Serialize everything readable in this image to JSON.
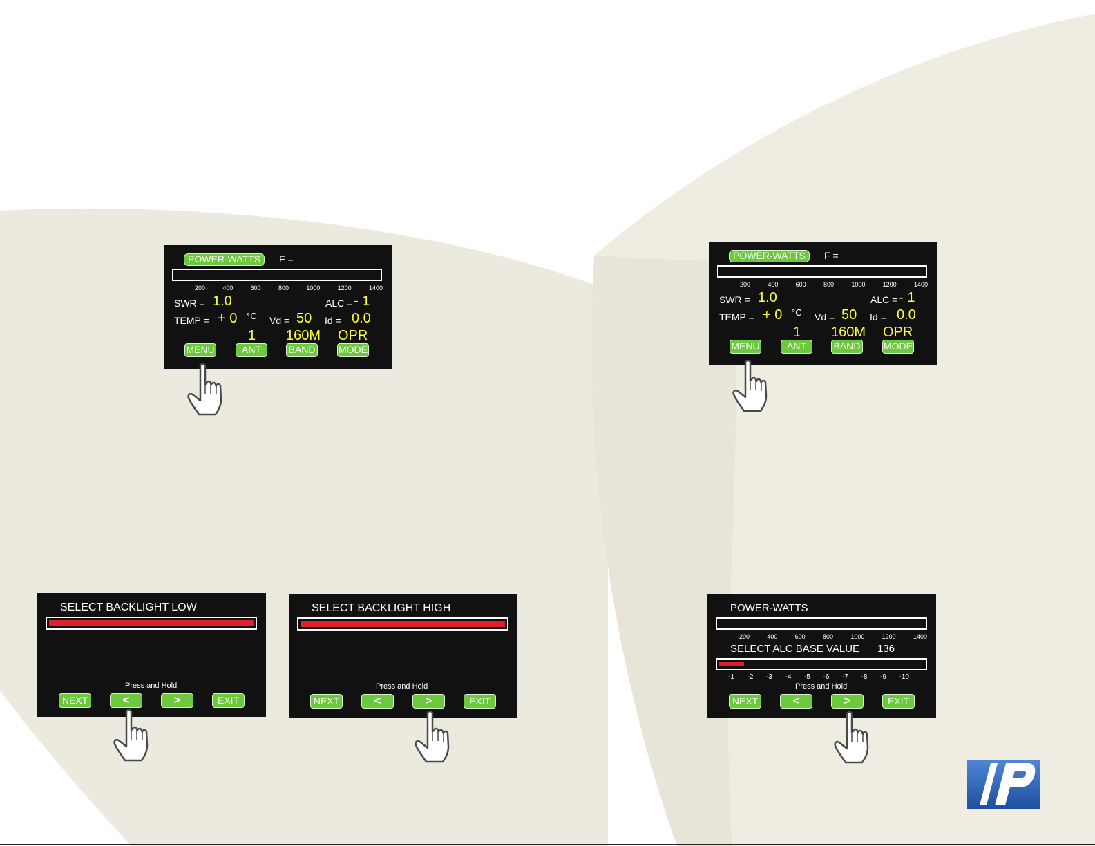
{
  "colors": {
    "screen_bg": "#111111",
    "button_green": "#6cc83c",
    "value_yellow": "#ffff33",
    "bar_red": "#e0202a",
    "page_beige": "#ece9de",
    "logo_blue": "#2d5fb5"
  },
  "main_screens": [
    {
      "id": "main-left",
      "pill": "POWER-WATTS",
      "freq_label": "F =",
      "scale": [
        "200",
        "400",
        "600",
        "800",
        "1000",
        "1200",
        "1400"
      ],
      "swr_label": "SWR =",
      "swr_value": "1.0",
      "alc_label": "ALC =",
      "alc_value": "- 1",
      "temp_label": "TEMP =",
      "temp_value": "+  0",
      "temp_unit": "°C",
      "vd_label": "Vd =",
      "vd_value": "50",
      "id_label": "Id =",
      "id_value": "0.0",
      "ant_value": "1",
      "band_value": "160M",
      "mode_value": "OPR",
      "buttons": [
        "MENU",
        "ANT",
        "BAND",
        "MODE"
      ]
    },
    {
      "id": "main-right",
      "pill": "POWER-WATTS",
      "freq_label": "F =",
      "scale": [
        "200",
        "400",
        "600",
        "800",
        "1000",
        "1200",
        "1400"
      ],
      "swr_label": "SWR =",
      "swr_value": "1.0",
      "alc_label": "ALC =",
      "alc_value": "- 1",
      "temp_label": "TEMP =",
      "temp_value": "+  0",
      "temp_unit": "°C",
      "vd_label": "Vd =",
      "vd_value": "50",
      "id_label": "Id =",
      "id_value": "0.0",
      "ant_value": "1",
      "band_value": "160M",
      "mode_value": "OPR",
      "buttons": [
        "MENU",
        "ANT",
        "BAND",
        "MODE"
      ]
    }
  ],
  "backlight_low": {
    "title": "SELECT BACKLIGHT LOW",
    "level": 1.0,
    "hint": "Press and Hold",
    "buttons": [
      "NEXT",
      "<",
      ">",
      "EXIT"
    ]
  },
  "backlight_high": {
    "title": "SELECT BACKLIGHT HIGH",
    "level": 1.0,
    "hint": "Press and Hold",
    "buttons": [
      "NEXT",
      "<",
      ">",
      "EXIT"
    ]
  },
  "alc_screen": {
    "header": "POWER-WATTS",
    "scale": [
      "200",
      "400",
      "600",
      "800",
      "1000",
      "1200",
      "1400"
    ],
    "title": "SELECT ALC BASE VALUE",
    "value": "136",
    "level": 0.12,
    "alc_scale": [
      "-1",
      "-2",
      "-3",
      "-4",
      "-5",
      "-6",
      "-7",
      "-8",
      "-9",
      "-10"
    ],
    "hint": "Press and Hold",
    "buttons": [
      "NEXT",
      "<",
      ">",
      "EXIT"
    ]
  },
  "icons": [
    "pointing-hand-icon",
    "brand-logo-icon"
  ]
}
